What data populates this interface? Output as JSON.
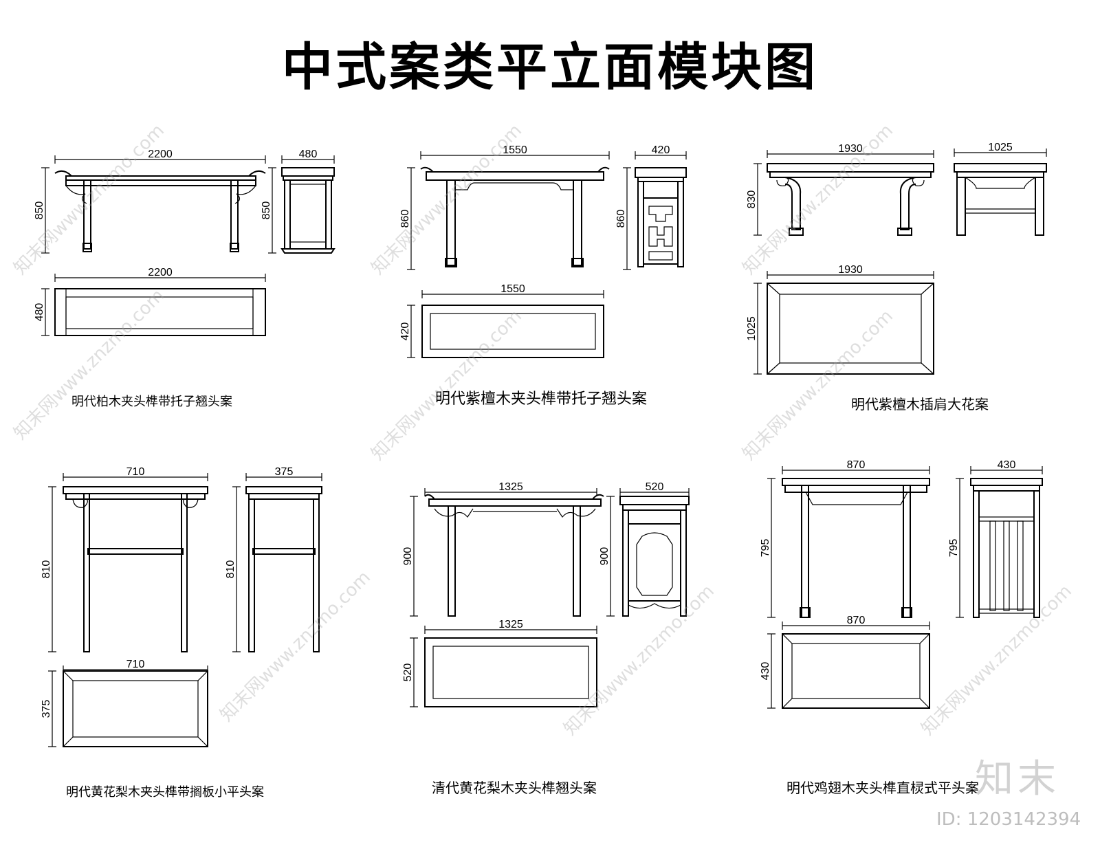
{
  "title": "中式案类平立面模块图",
  "tables": [
    {
      "caption": "明代柏木夹头榫带托子翘头案",
      "front": {
        "w": "2200",
        "h": "850"
      },
      "side": {
        "w": "480",
        "h": "850"
      },
      "plan": {
        "w": "2200",
        "h": "480"
      }
    },
    {
      "caption": "明代紫檀木夹头榫带托子翘头案",
      "front": {
        "w": "1550",
        "h": "860"
      },
      "side": {
        "w": "420",
        "h": "860"
      },
      "plan": {
        "w": "1550",
        "h": "420"
      }
    },
    {
      "caption": "明代紫檀木插肩大花案",
      "front": {
        "w": "1930",
        "h": "830"
      },
      "side": {
        "w": "1025"
      },
      "plan": {
        "w": "1930",
        "h": "1025"
      }
    },
    {
      "caption": "明代黄花梨木夹头榫带搁板小平头案",
      "front": {
        "w": "710",
        "h": "810"
      },
      "side": {
        "w": "375",
        "h": "810"
      },
      "plan": {
        "w": "710",
        "h": "375"
      }
    },
    {
      "caption": "清代黄花梨木夹头榫翘头案",
      "front": {
        "w": "1325",
        "h": "900"
      },
      "side": {
        "w": "520",
        "h": "900"
      },
      "plan": {
        "w": "1325",
        "h": "520"
      }
    },
    {
      "caption": "明代鸡翅木夹头榫直棂式平头案",
      "front": {
        "w": "870",
        "h": "795"
      },
      "side": {
        "w": "430",
        "h": "795"
      },
      "plan": {
        "w": "870",
        "h": "430"
      }
    }
  ],
  "watermark": {
    "text": "知末网www.znzmo.com",
    "logo": "知末",
    "id": "ID: 1203142394"
  }
}
